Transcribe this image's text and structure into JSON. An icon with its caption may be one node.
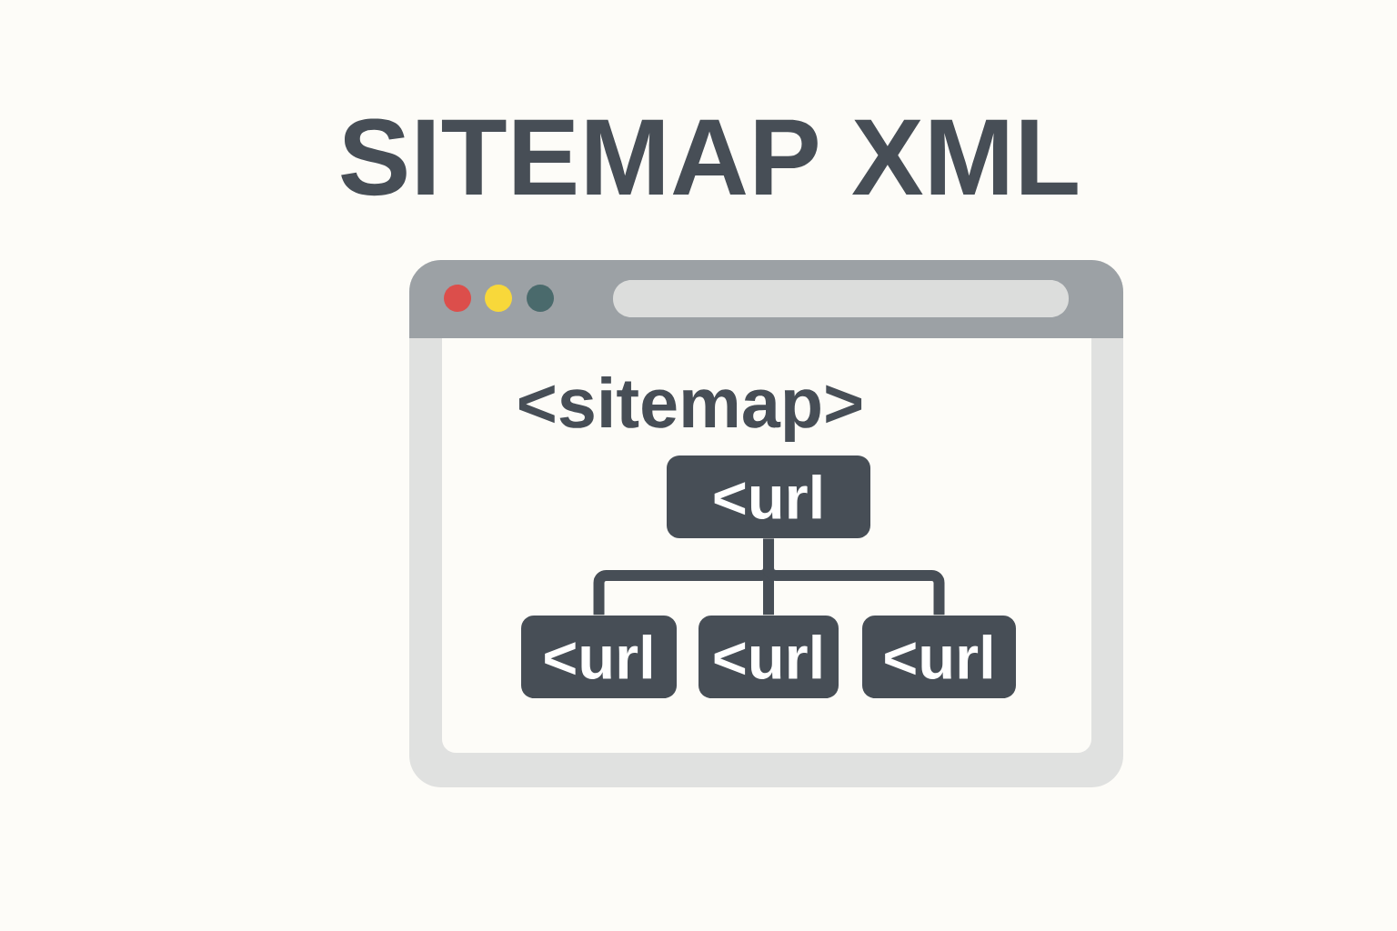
{
  "diagram": {
    "title": "SITEMAP XML",
    "nodes": [
      {
        "text": [
          "<sitemap>"
        ]
      },
      {
        "text": [
          "<url"
        ],
        "in": 0
      },
      {
        "text": [
          "<url"
        ],
        "in": 0
      },
      {
        "text": [
          "<url"
        ],
        "in": 0
      },
      {
        "text": [
          "<url"
        ],
        "in": 0
      }
    ],
    "edges": [
      {
        "from": 1,
        "to": 2,
        "arrow": "none"
      },
      {
        "from": 1,
        "to": 3,
        "arrow": "none"
      },
      {
        "from": 1,
        "to": 4,
        "arrow": "none"
      }
    ]
  }
}
